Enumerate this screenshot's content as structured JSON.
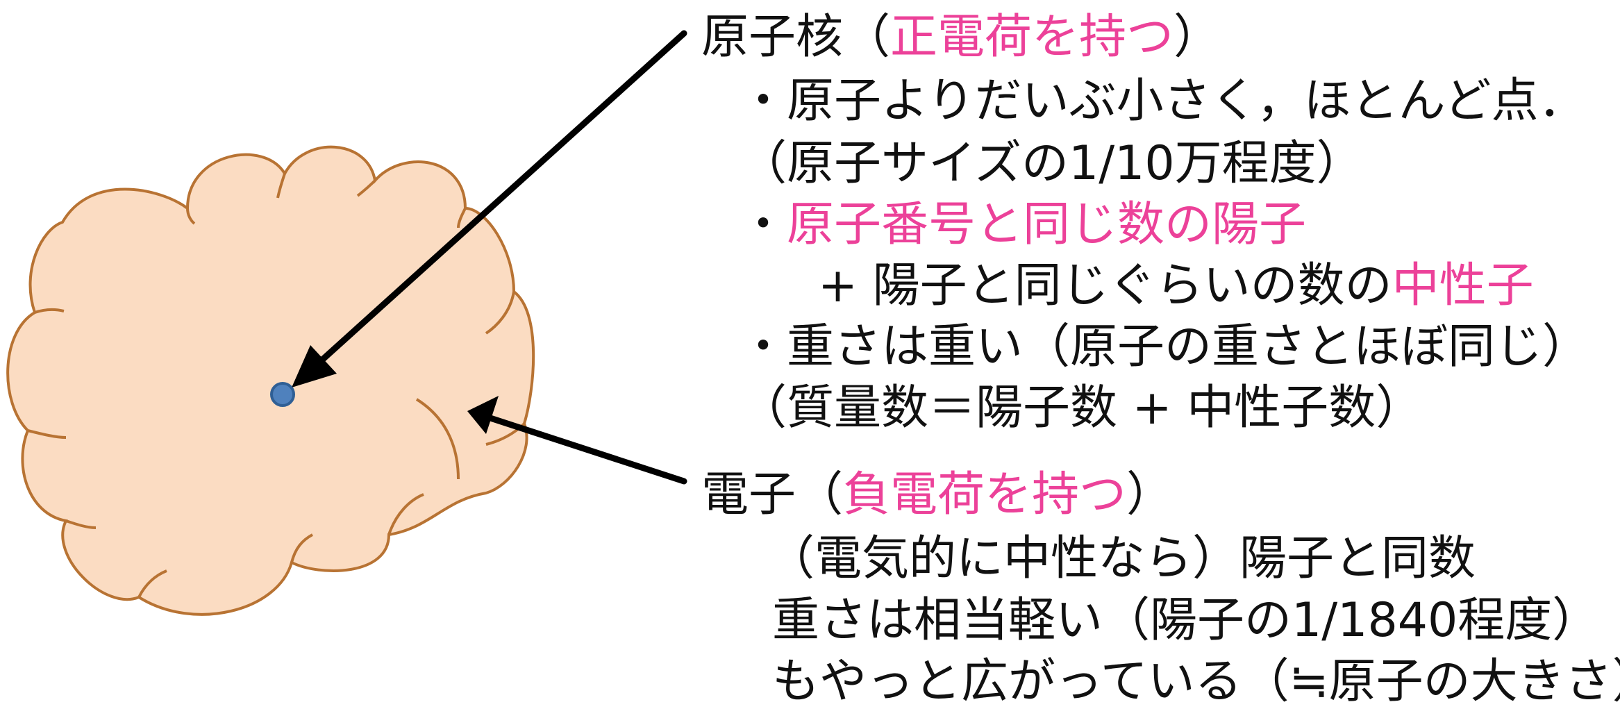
{
  "colors": {
    "cloud_fill": "#fbdcc2",
    "cloud_stroke": "#b87333",
    "nucleus_fill": "#4f81bd",
    "nucleus_stroke": "#2f5f95",
    "arrow": "#000000",
    "text": "#111111",
    "highlight": "#ec4199"
  },
  "nucleus": {
    "title": "原子核（",
    "title_highlight": "正電荷を持つ",
    "title_close": "）",
    "bullet1_line1": "・原子よりだいぶ小さく，ほとんど点．",
    "bullet1_line2": "（原子サイズの1/10万程度）",
    "bullet2_prefix": "・",
    "bullet2_highlight": "原子番号と同じ数の陽子",
    "bullet2_line2_prefix": "+ 陽子と同じぐらいの数の",
    "bullet2_line2_highlight": "中性子",
    "bullet3_line1": "・重さは重い（原子の重さとほぼ同じ）",
    "bullet3_line2": "（質量数＝陽子数 + 中性子数）"
  },
  "electron": {
    "title": "電子（",
    "title_highlight": "負電荷を持つ",
    "title_close": "）",
    "line1": "（電気的に中性なら）陽子と同数",
    "line2": "重さは相当軽い（陽子の1/1840程度）",
    "line3": "もやっと広がっている（≒原子の大きさ）"
  }
}
